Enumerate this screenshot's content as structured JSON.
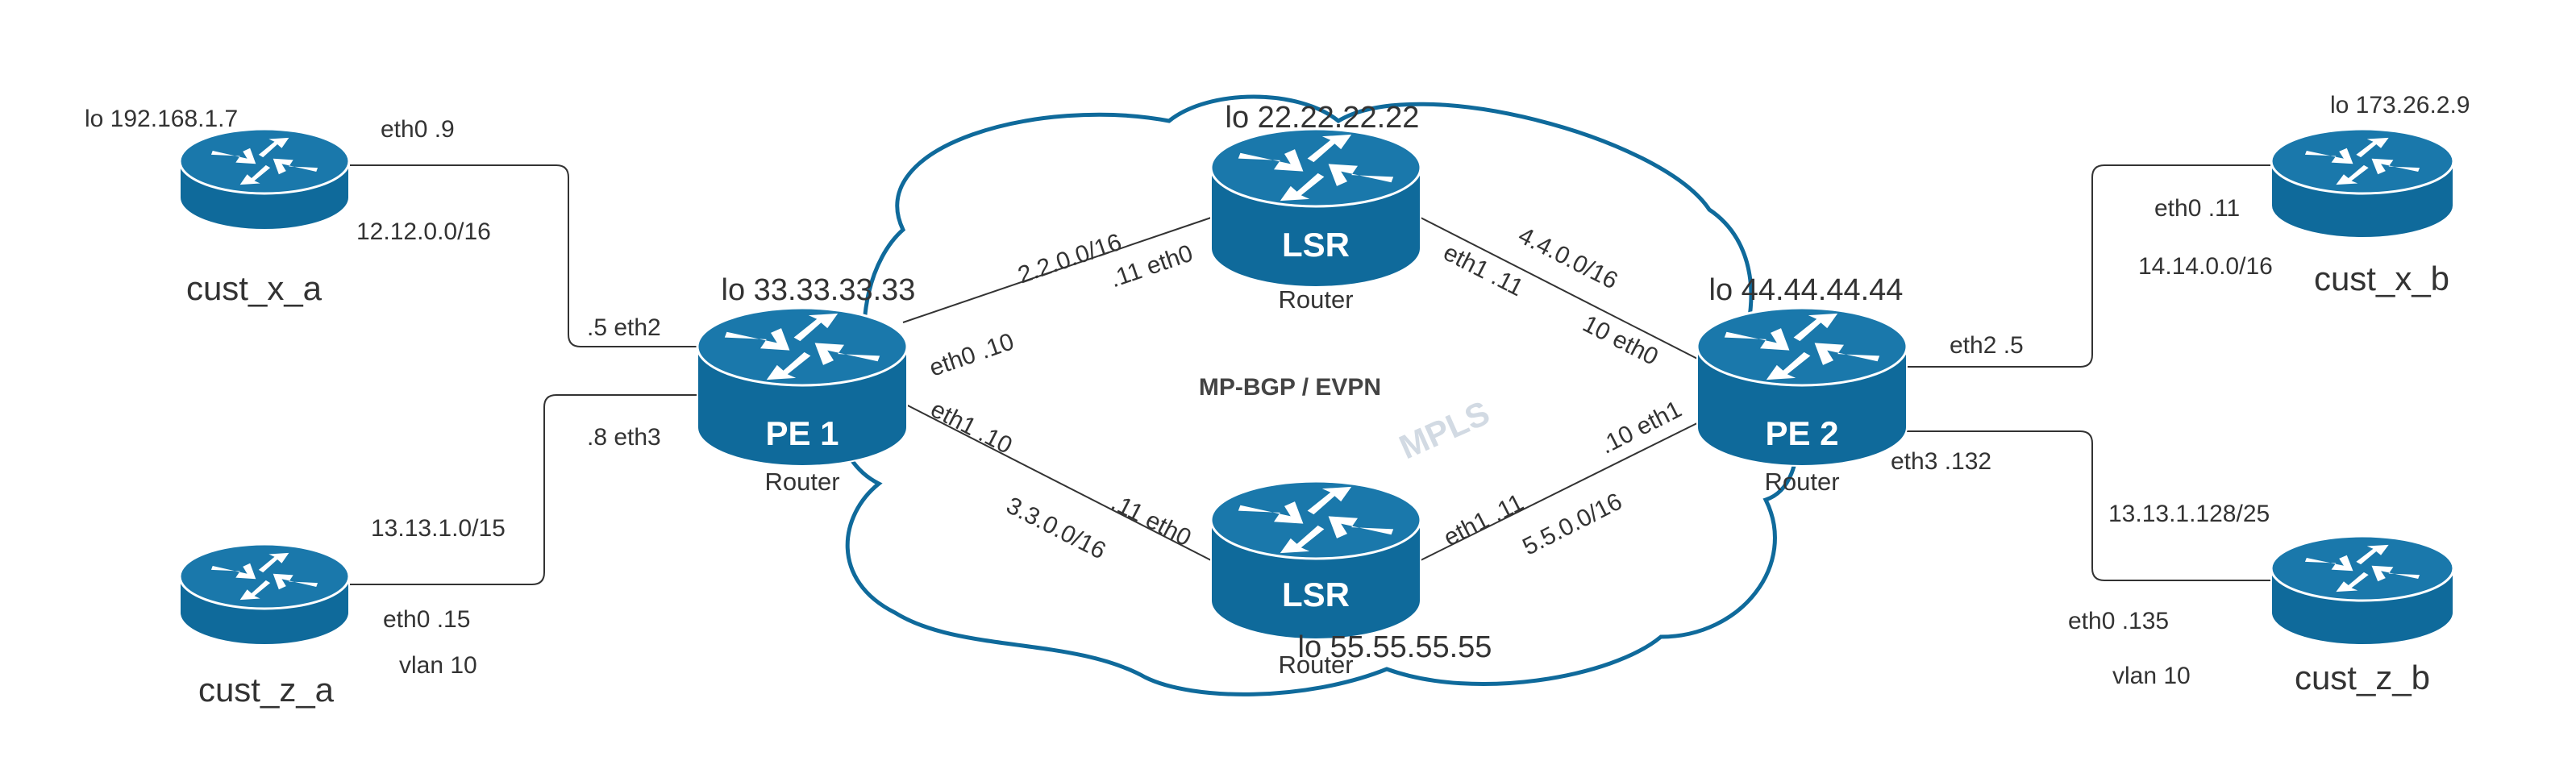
{
  "colors": {
    "router": "#0f6a9b",
    "router_top": "#1a78ab",
    "cloud_stroke": "#0f6a9b",
    "link": "#333333"
  },
  "icons": {
    "router": "router-icon",
    "cloud": "mpls-cloud-shape"
  },
  "cloud": {
    "label": "MPLS",
    "center_label": "MP-BGP / EVPN"
  },
  "routers": {
    "cust_x_a": {
      "name": "cust_x_a",
      "lo": "lo 192.168.1.7"
    },
    "cust_z_a": {
      "name": "cust_z_a"
    },
    "pe1": {
      "inner": "PE 1",
      "sub": "Router",
      "lo": "lo 33.33.33.33"
    },
    "lsr_top": {
      "inner": "LSR",
      "sub": "Router",
      "lo": "lo 22.22.22.22"
    },
    "lsr_bottom": {
      "inner": "LSR",
      "sub": "Router",
      "lo": "lo 55.55.55.55"
    },
    "pe2": {
      "inner": "PE 2",
      "sub": "Router",
      "lo": "lo 44.44.44.44"
    },
    "cust_x_b": {
      "name": "cust_x_b",
      "lo": "lo 173.26.2.9"
    },
    "cust_z_b": {
      "name": "cust_z_b"
    }
  },
  "links": {
    "cxa": {
      "if_a": "eth0 .9",
      "net": "12.12.0.0/16",
      "if_b": ".5 eth2"
    },
    "cza": {
      "if_a": "eth0 .15",
      "vlan": "vlan 10",
      "net": "13.13.1.0/15",
      "if_b": ".8 eth3"
    },
    "pe1_lsrt": {
      "net": "2.2.0.0/16",
      "if_a": "eth0 .10",
      "if_b": ".11 eth0"
    },
    "pe1_lsrb": {
      "net": "3.3.0.0/16",
      "if_a": "eth1 .10",
      "if_b": ".11 eth0"
    },
    "lsrt_pe2": {
      "net": "4.4.0.0/16",
      "if_a": "eth1 .11",
      "if_b": "10 eth0"
    },
    "lsrb_pe2": {
      "net": "5.5.0.0/16",
      "if_a": "eth1 .11",
      "if_b": ".10 eth1"
    },
    "cxb": {
      "if_a": "eth2 .5",
      "if_b": "eth0 .11",
      "net": "14.14.0.0/16"
    },
    "czb": {
      "if_a": "eth3 .132",
      "net": "13.13.1.128/25",
      "if_b": "eth0 .135",
      "vlan": "vlan 10"
    }
  }
}
